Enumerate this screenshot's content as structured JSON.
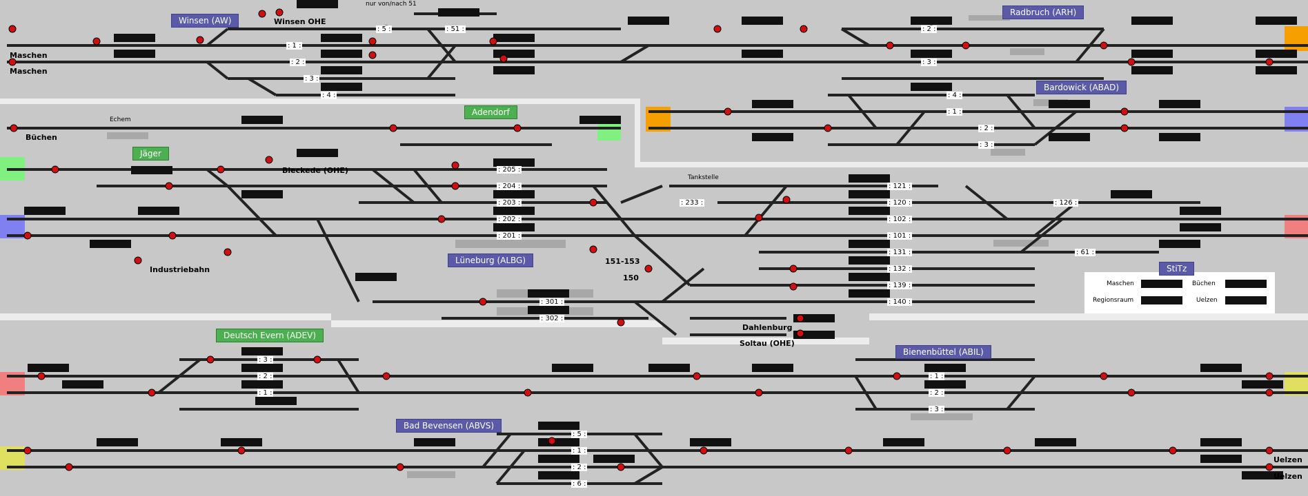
{
  "stations": {
    "winsen": "Winsen (AW)",
    "radbruch": "Radbruch (ARH)",
    "bardowick": "Bardowick (ABAD)",
    "adendorf": "Adendorf",
    "jaeger": "Jäger",
    "lueneburg": "Lüneburg (ALBG)",
    "deutsch_evern": "Deutsch Evern (ADEV)",
    "bienenbuettel": "Bienenbüttel (ABIL)",
    "bad_bevensen": "Bad Bevensen (ABVS)",
    "stitz": "StiTz"
  },
  "labels": {
    "maschen1": "Maschen",
    "maschen2": "Maschen",
    "winsen_ohe": "Winsen OHE",
    "nur_von_nach": "nur von/nach 51",
    "buechen": "Büchen",
    "echem": "Echem",
    "bleckede": "Bleckede (OHE)",
    "industriebahn": "Industriebahn",
    "tankstelle": "Tankstelle",
    "r151_153": "151-153",
    "r150": "150",
    "dahlenburg": "Dahlenburg",
    "soltau": "Soltau (OHE)",
    "uelzen1": "Uelzen",
    "uelzen2": "Uelzen"
  },
  "track_numbers": [
    {
      "id": "t5",
      "text": ": 5 :"
    },
    {
      "id": "t51",
      "text": ": 51 :"
    },
    {
      "id": "t1a",
      "text": ": 1 :"
    },
    {
      "id": "t2a",
      "text": ": 2 :"
    },
    {
      "id": "t3a",
      "text": ": 3 :"
    },
    {
      "id": "t4a",
      "text": ": 4 :"
    },
    {
      "id": "t2b",
      "text": ": 2 :"
    },
    {
      "id": "t3b",
      "text": ": 3 :"
    },
    {
      "id": "t4b",
      "text": ": 4 :"
    },
    {
      "id": "t1b",
      "text": ": 1 :"
    },
    {
      "id": "t2c",
      "text": ": 2 :"
    },
    {
      "id": "t3c",
      "text": ": 3 :"
    },
    {
      "id": "t205",
      "text": ": 205 :"
    },
    {
      "id": "t204",
      "text": ": 204 :"
    },
    {
      "id": "t203",
      "text": ": 203 :"
    },
    {
      "id": "t202",
      "text": ": 202 :"
    },
    {
      "id": "t201",
      "text": ": 201 :"
    },
    {
      "id": "t233",
      "text": ": 233 :"
    },
    {
      "id": "t121",
      "text": ": 121 :"
    },
    {
      "id": "t120",
      "text": ": 120 :"
    },
    {
      "id": "t102",
      "text": ": 102 :"
    },
    {
      "id": "t101",
      "text": ": 101 :"
    },
    {
      "id": "t126",
      "text": ": 126 :"
    },
    {
      "id": "t131",
      "text": ": 131 :"
    },
    {
      "id": "t132",
      "text": ": 132 :"
    },
    {
      "id": "t139",
      "text": ": 139 :"
    },
    {
      "id": "t140",
      "text": ": 140 :"
    },
    {
      "id": "t61",
      "text": ": 61 :"
    },
    {
      "id": "t301",
      "text": ": 301 :"
    },
    {
      "id": "t302",
      "text": ": 302 :"
    },
    {
      "id": "t3d",
      "text": ": 3 :"
    },
    {
      "id": "t2d",
      "text": ": 2 :"
    },
    {
      "id": "t1d",
      "text": ": 1 :"
    },
    {
      "id": "t5b",
      "text": ": 5 :"
    },
    {
      "id": "t1e",
      "text": ": 1 :"
    },
    {
      "id": "t2e",
      "text": ": 2 :"
    },
    {
      "id": "t6",
      "text": ": 6 :"
    },
    {
      "id": "t1f",
      "text": ": 1 :"
    },
    {
      "id": "t2f",
      "text": ": 2 :"
    },
    {
      "id": "t3f",
      "text": ": 3 :"
    }
  ],
  "legend": {
    "maschen": "Maschen",
    "buechen": "Büchen",
    "regionsraum": "Regionsraum",
    "uelzen": "Uelzen"
  },
  "colors": {
    "background": "#c8c8c8",
    "track": "#222222",
    "track_highlight": "#ffffff",
    "signal_red": "#d01010",
    "signal_green": "#1a7a1a",
    "station_blue": "#5a5aa8",
    "station_green": "#4caf50",
    "edge_orange": "#f5a000",
    "edge_blue": "#8080f0",
    "edge_green": "#80f080",
    "edge_pink": "#f08080",
    "edge_yellow": "#e0e060",
    "display_black": "#111111"
  }
}
